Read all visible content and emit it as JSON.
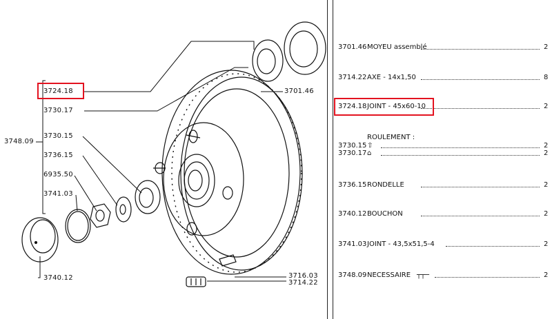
{
  "callouts": {
    "c3724_18": "3724.18",
    "c3730_17": "3730.17",
    "c3748_09": "3748.09",
    "c3730_15": "3730.15",
    "c3736_15": "3736.15",
    "c6935_50": "6935.50",
    "c3741_03": "3741.03",
    "c3740_12": "3740.12",
    "c3701_46": "3701.46",
    "c3716_03": "3716.03",
    "c3714_22": "3714.22"
  },
  "parts_list": [
    {
      "code": "3701.46",
      "desc": "MOYEU assemblé",
      "qty": "2"
    },
    {
      "code": "3714.22",
      "desc": "AXE - 14x1,50",
      "qty": "8"
    },
    {
      "code": "3724.18",
      "desc": "JOINT - 45x60-10",
      "qty": "2"
    },
    {
      "code": "",
      "desc": "ROULEMENT :",
      "qty": ""
    },
    {
      "code": "3730.15",
      "desc": "",
      "qty": "2"
    },
    {
      "code": "3730.17",
      "desc": "",
      "qty": "2"
    },
    {
      "code": "3736.15",
      "desc": "RONDELLE",
      "qty": "2"
    },
    {
      "code": "3740.12",
      "desc": "BOUCHON",
      "qty": "2"
    },
    {
      "code": "3741.03",
      "desc": "JOINT - 43,5x51,5-4",
      "qty": "2"
    },
    {
      "code": "3748.09",
      "desc": "NECESSAIRE",
      "qty": "2"
    }
  ],
  "highlight_color": "#e3121f",
  "icons": {
    "bearing_outer": "bearing-outer-icon",
    "bearing_inner": "bearing-inner-icon",
    "kit": "kit-icon"
  }
}
